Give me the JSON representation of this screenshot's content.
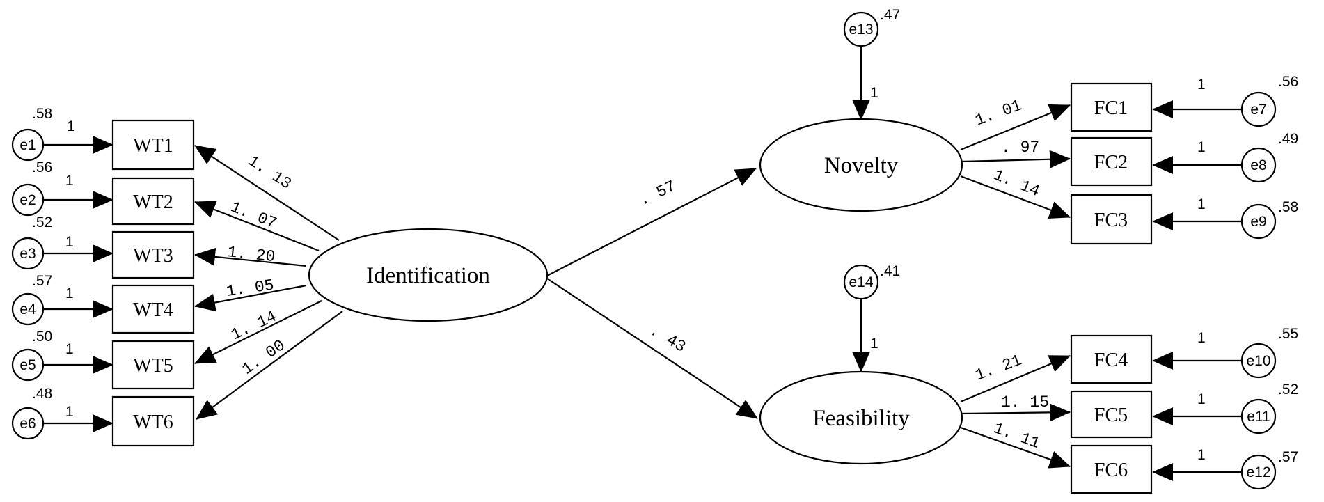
{
  "latents": {
    "identification": "Identification",
    "novelty": "Novelty",
    "feasibility": "Feasibility"
  },
  "indicators": {
    "WT1": "WT1",
    "WT2": "WT2",
    "WT3": "WT3",
    "WT4": "WT4",
    "WT5": "WT5",
    "WT6": "WT6",
    "FC1": "FC1",
    "FC2": "FC2",
    "FC3": "FC3",
    "FC4": "FC4",
    "FC5": "FC5",
    "FC6": "FC6"
  },
  "errors": {
    "e1": "e1",
    "e2": "e2",
    "e3": "e3",
    "e4": "e4",
    "e5": "e5",
    "e6": "e6",
    "e7": "e7",
    "e8": "e8",
    "e9": "e9",
    "e10": "e10",
    "e11": "e11",
    "e12": "e12",
    "e13": "e13",
    "e14": "e14"
  },
  "error_variances": {
    "e1": ".58",
    "e2": ".56",
    "e3": ".52",
    "e4": ".57",
    "e5": ".50",
    "e6": ".48",
    "e7": ".56",
    "e8": ".49",
    "e9": ".58",
    "e10": ".55",
    "e11": ".52",
    "e12": ".57",
    "e13": ".47",
    "e14": ".41"
  },
  "fixed_paths": {
    "e1": "1",
    "e2": "1",
    "e3": "1",
    "e4": "1",
    "e5": "1",
    "e6": "1",
    "e7": "1",
    "e8": "1",
    "e9": "1",
    "e10": "1",
    "e11": "1",
    "e12": "1",
    "e13": "1",
    "e14": "1"
  },
  "loadings": {
    "WT1": "1. 13",
    "WT2": "1. 07",
    "WT3": "1. 20",
    "WT4": "1. 05",
    "WT5": "1. 14",
    "WT6": "1. 00",
    "FC1": "1. 01",
    "FC2": ". 97",
    "FC3": "1. 14",
    "FC4": "1. 21",
    "FC5": "1. 15",
    "FC6": "1. 11"
  },
  "structural": {
    "identification_to_novelty": ". 57",
    "identification_to_feasibility": ". 43"
  }
}
